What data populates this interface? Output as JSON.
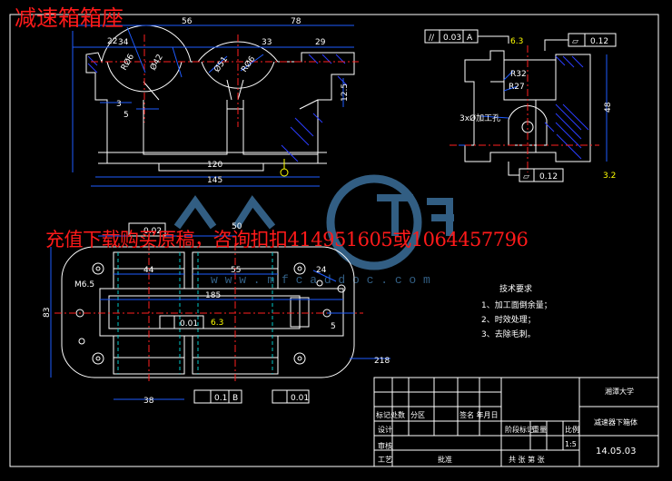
{
  "overlay": {
    "title": "减速箱箱座",
    "ad": "充值下载购买原稿，咨询扣扣414951605或1064457796",
    "watermark_url": "w w w . m f c a d d o c . c o m"
  },
  "colors": {
    "background": "#000000",
    "overlay_text": "#ff1a1a",
    "geometry": "#ffffff",
    "dimension": "#1e5bff",
    "center": "#ff2020",
    "annotation": "#ffff00",
    "hatch": "#2a3dff",
    "hidden": "#00c8c8",
    "watermark": "#3b6f9a"
  },
  "front_view": {
    "dims": {
      "d_top_left": "22",
      "d_34": "34",
      "d_56": "56",
      "d_33": "33",
      "d_78": "78",
      "d_29": "29",
      "d_R_big_left": "RØ6",
      "d_R_small_left": "Ø42",
      "d_R_big_right": "Ø51",
      "d_R_small_right": "RØ6",
      "d_3": "3",
      "d_5": "5",
      "d_125": "12.5",
      "d_120": "120",
      "d_145": "145"
    }
  },
  "side_view": {
    "tol_parallel": {
      "symbol": "//",
      "value": "0.03",
      "datum": "A"
    },
    "tol_flatness": {
      "symbol": "▱",
      "value": "0.12"
    },
    "roughness_top": "6.3",
    "dim_r32": "R32",
    "dim_r27": "R27",
    "note_holes": "3xØ加工孔",
    "dim_height": "48",
    "tol_flatness_bottom": {
      "symbol": "▱",
      "value": "0.12"
    },
    "roughness_bottom": "3.2",
    "datum": "A"
  },
  "top_view": {
    "dims": {
      "tol_top": "0.02",
      "dim_50": "50",
      "dim_44": "44",
      "dim_55": "55",
      "dim_m6": "M6.5",
      "dim_83": "83",
      "dim_185": "185",
      "dim_24": "24",
      "dim_5": "5",
      "dim_218": "218",
      "dim_38": "38",
      "tol_bottom_pos": "0.1",
      "tol_bottom_B": "B",
      "tol_parallel_mid": "0.01",
      "roughness_mid": "6.3"
    }
  },
  "tech_requirements": {
    "title": "技术要求",
    "items": [
      "1、加工面倒余量；",
      "2、时效处理；",
      "3、去除毛刺。"
    ]
  },
  "title_block": {
    "university": "湘潭大学",
    "drawing_name": "减速器下箱体",
    "drawing_number": "14.05.03",
    "scale": "1:5",
    "row_labels": {
      "mark": "标记处数",
      "zone": "分区",
      "sign_date": "签名 年月日",
      "design": "设计",
      "stage": "阶段标记",
      "weight": "重量",
      "ratio": "比例",
      "review": "审核",
      "process": "工艺",
      "approve": "批准",
      "sheets": "共  张  第  张"
    }
  }
}
